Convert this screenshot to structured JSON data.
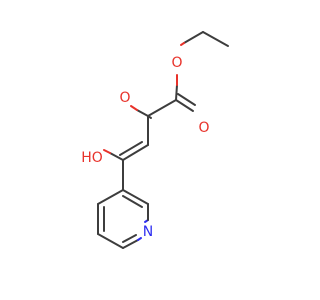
{
  "atoms": {
    "o_ester": "O",
    "o_carbonyl_ester": "O",
    "o_ketone": "O",
    "o_hydroxyl": "HO",
    "n_pyridine": "N"
  },
  "colors": {
    "bond": "#3d3d3d",
    "oxygen": "#e8322a",
    "nitrogen": "#2e2ef0"
  }
}
